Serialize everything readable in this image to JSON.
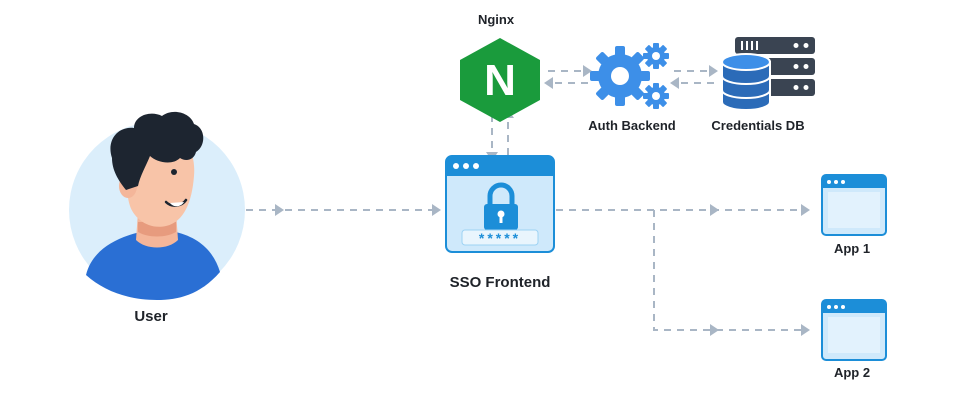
{
  "nodes": {
    "nginx": {
      "label": "Nginx",
      "logo_letter": "N",
      "logo_color": "#1a9b3c"
    },
    "auth_backend": {
      "label": "Auth Backend",
      "gear_color": "#3d8fe8"
    },
    "credentials_db": {
      "label": "Credentials DB",
      "db_color": "#2b6bb8",
      "server_color": "#3a4452"
    },
    "user": {
      "label": "User",
      "circle_color": "#dbeefb"
    },
    "sso_frontend": {
      "label": "SSO Frontend",
      "password_mask": "*****",
      "window_color": "#cfe9fb",
      "titlebar_color": "#1c8ed8"
    },
    "app1": {
      "label": "App 1"
    },
    "app2": {
      "label": "App 2"
    }
  },
  "connector_color": "#a9b6c5"
}
